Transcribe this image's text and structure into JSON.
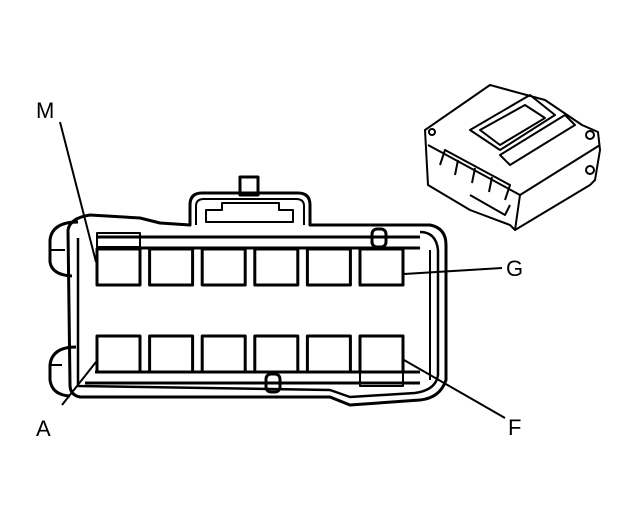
{
  "labels": {
    "m": "M",
    "g": "G",
    "a": "A",
    "f": "F"
  },
  "cavities": {
    "top_row_count": 6,
    "bottom_row_count": 6
  },
  "colors": {
    "line": "#000000",
    "background": "#ffffff"
  }
}
